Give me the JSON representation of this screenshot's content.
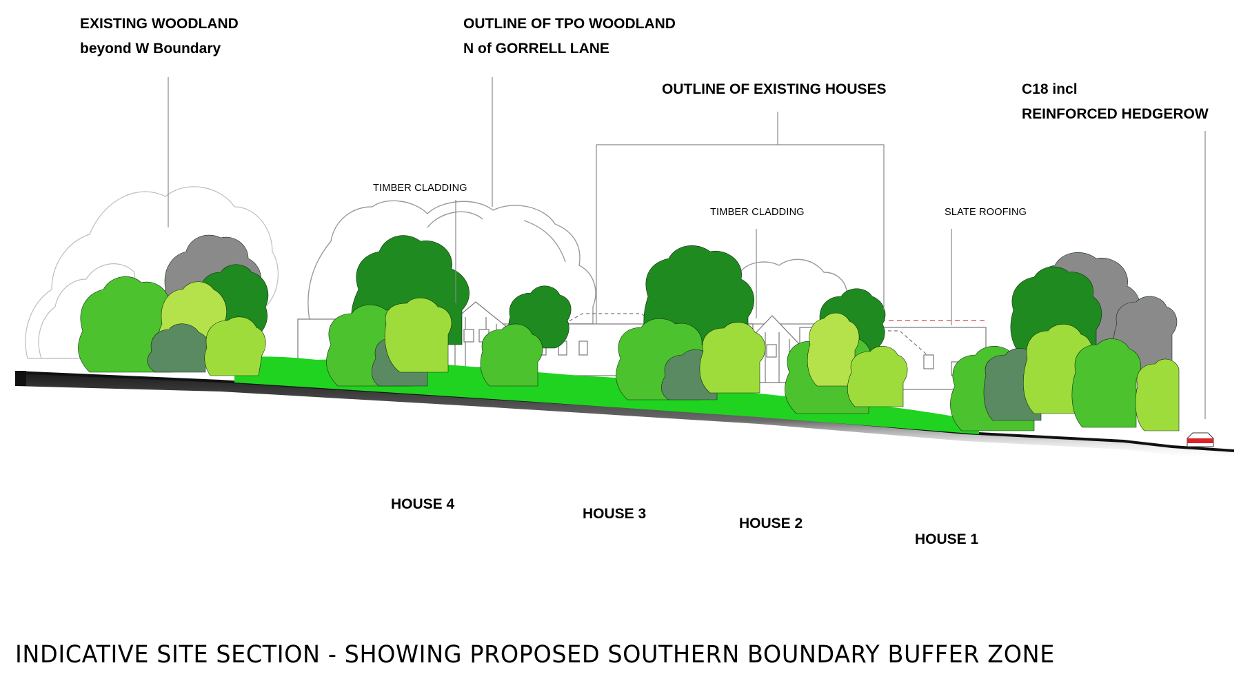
{
  "annotations": {
    "woodland_w": [
      "EXISTING WOODLAND",
      "beyond W Boundary"
    ],
    "tpo": [
      "OUTLINE OF TPO WOODLAND",
      "N of GORRELL LANE"
    ],
    "existing_houses": "OUTLINE OF EXISTING HOUSES",
    "hedgerow": [
      "C18 incl",
      "REINFORCED HEDGEROW"
    ]
  },
  "materials": {
    "timber_left": "TIMBER CLADDING",
    "timber_right": "TIMBER CLADDING",
    "slate": "SLATE ROOFING"
  },
  "houses": [
    "HOUSE 4",
    "HOUSE 3",
    "HOUSE 2",
    "HOUSE 1"
  ],
  "caption": "INDICATIVE SITE SECTION - SHOWING PROPOSED SOUTHERN BOUNDARY BUFFER ZONE",
  "palette": {
    "dark_green": "#1f8a1f",
    "mid_green": "#4cc22e",
    "light_green": "#9edc3c",
    "lime": "#b5e24a",
    "hedge_green": "#21d321",
    "grey_green": "#5a8a62",
    "grey_tree": "#8a8a8a",
    "ground": "#111111",
    "car_red": "#d8242a"
  }
}
